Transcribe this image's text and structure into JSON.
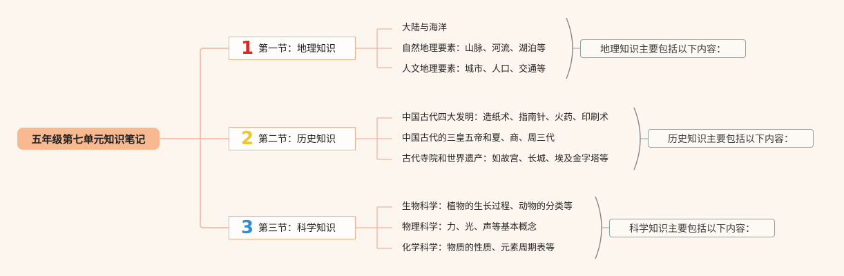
{
  "root": {
    "title": "五年级第七单元知识笔记"
  },
  "colors": {
    "connector": "#f3b39a",
    "root_bg": "#f8b991",
    "num1": "#d42a2a",
    "num2": "#f2c52e",
    "num3": "#2f8fd5",
    "summary_border": "#8ba3a3"
  },
  "sections": [
    {
      "number": "1",
      "title": "第一节：地理知识",
      "items": [
        "大陆与海洋",
        "自然地理要素：山脉、河流、湖泊等",
        "人文地理要素：城市、人口、交通等"
      ],
      "summary": "地理知识主要包括以下内容："
    },
    {
      "number": "2",
      "title": "第二节：历史知识",
      "items": [
        "中国古代四大发明：造纸术、指南针、火药、印刷术",
        "中国古代的三皇五帝和夏、商、周三代",
        "古代寺院和世界遗产：如故宫、长城、埃及金字塔等"
      ],
      "summary": "历史知识主要包括以下内容："
    },
    {
      "number": "3",
      "title": "第三节：科学知识",
      "items": [
        "生物科学：植物的生长过程、动物的分类等",
        "物理科学：力、光、声等基本概念",
        "化学科学：物质的性质、元素周期表等"
      ],
      "summary": "科学知识主要包括以下内容："
    }
  ]
}
